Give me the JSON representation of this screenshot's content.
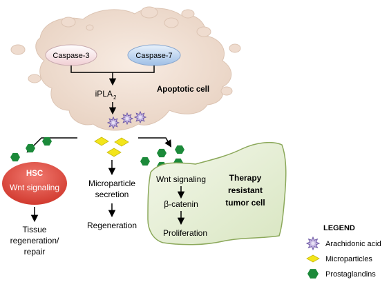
{
  "colors": {
    "cell_fill": "#efdccf",
    "cell_edge": "#d8c0ae",
    "caspase3_fill": "#f6dde0",
    "caspase7_fill": "#bfd5ee",
    "hsc_fill": "#e34a3f",
    "tumor_fill": "#e5eed4",
    "tumor_edge": "#8ba85a",
    "microparticle": "#f3e51a",
    "prostaglandin": "#1c8a3a",
    "arachidonic": "#9a86c9"
  },
  "icons": {
    "arachidonic": "star-burst",
    "microparticle": "diamond",
    "prostaglandin": "hexagon"
  },
  "apoptotic": {
    "caspase3": "Caspase-3",
    "caspase7": "Caspase-7",
    "ipla_main": "iPLA",
    "ipla_sub": "2",
    "label": "Apoptotic cell"
  },
  "hsc": {
    "title": "HSC",
    "subtitle": "Wnt signaling",
    "outcome_line1": "Tissue",
    "outcome_line2": "regeneration/",
    "outcome_line3": "repair"
  },
  "middle": {
    "line1": "Microparticle",
    "line2": "secretion",
    "result": "Regeneration"
  },
  "tumor": {
    "step1": "Wnt signaling",
    "step2": "β-catenin",
    "step3": "Proliferation",
    "label_line1": "Therapy",
    "label_line2": "resistant",
    "label_line3": "tumor cell"
  },
  "legend": {
    "title": "LEGEND",
    "arachidonic": "Arachidonic acid",
    "microparticles": "Microparticles",
    "prostaglandins": "Prostaglandins"
  }
}
